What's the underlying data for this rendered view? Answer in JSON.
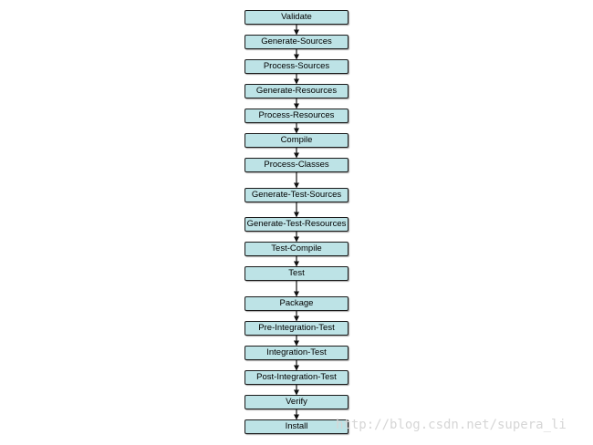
{
  "diagram": {
    "steps": [
      "Validate",
      "Generate-Sources",
      "Process-Sources",
      "Generate-Resources",
      "Process-Resources",
      "Compile",
      "Process-Classes",
      "Generate-Test-Sources",
      "Generate-Test-Resources",
      "Test-Compile",
      "Test",
      "Package",
      "Pre-Integration-Test",
      "Integration-Test",
      "Post-Integration-Test",
      "Verify",
      "Install"
    ],
    "colors": {
      "box_fill": "#bde3e6",
      "box_border": "#1a1a1a",
      "arrow": "#111111"
    }
  },
  "watermark": "http://blog.csdn.net/supera_li"
}
